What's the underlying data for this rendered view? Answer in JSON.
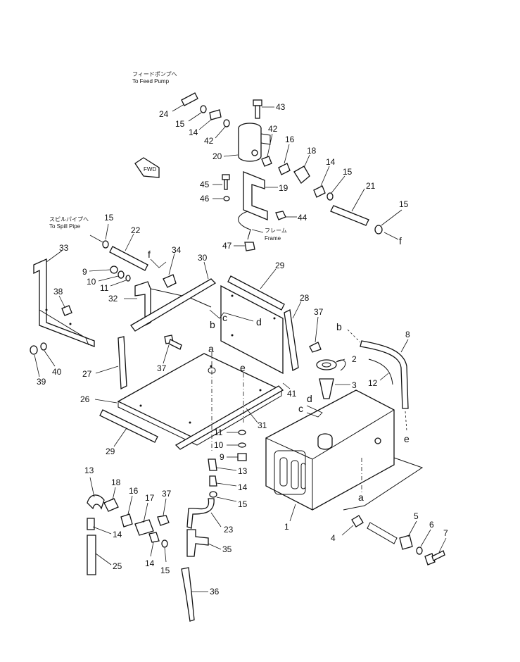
{
  "callouts": {
    "p1": "1",
    "p2": "2",
    "p3": "3",
    "p4": "4",
    "p5": "5",
    "p6": "6",
    "p7": "7",
    "p8": "8",
    "p9a": "9",
    "p9b": "9",
    "p10a": "10",
    "p10b": "10",
    "p11a": "11",
    "p11b": "11",
    "p12": "12",
    "p13a": "13",
    "p13b": "13",
    "p14a": "14",
    "p14b": "14",
    "p14c": "14",
    "p14d": "14",
    "p14e": "14",
    "p15a": "15",
    "p15b": "15",
    "p15c": "15",
    "p15d": "15",
    "p15e": "15",
    "p15f": "15",
    "p16a": "16",
    "p16b": "16",
    "p17": "17",
    "p18a": "18",
    "p18b": "18",
    "p19": "19",
    "p20": "20",
    "p21": "21",
    "p22": "22",
    "p23": "23",
    "p24": "24",
    "p25": "25",
    "p26": "26",
    "p27": "27",
    "p28": "28",
    "p29a": "29",
    "p29b": "29",
    "p30": "30",
    "p31": "31",
    "p32": "32",
    "p33": "33",
    "p34": "34",
    "p35": "35",
    "p36": "36",
    "p37a": "37",
    "p37b": "37",
    "p37c": "37",
    "p38": "38",
    "p39": "39",
    "p40": "40",
    "p41": "41",
    "p42a": "42",
    "p42b": "42",
    "p43": "43",
    "p44": "44",
    "p45": "45",
    "p46": "46",
    "p47": "47"
  },
  "letters": {
    "a1": "a",
    "a2": "a",
    "b1": "b",
    "b2": "b",
    "c1": "c",
    "c2": "c",
    "d1": "d",
    "d2": "d",
    "e1": "e",
    "e2": "e",
    "f1": "f",
    "f2": "f"
  },
  "notes": {
    "feed_pump_jp": "フィードポンプへ",
    "feed_pump_en": "To Feed Pump",
    "spill_pipe_jp": "スピルパイプへ",
    "spill_pipe_en": "To Spill Pipe",
    "frame_jp": "フレーム",
    "frame_en": "Frame",
    "fwd": "FWD"
  }
}
